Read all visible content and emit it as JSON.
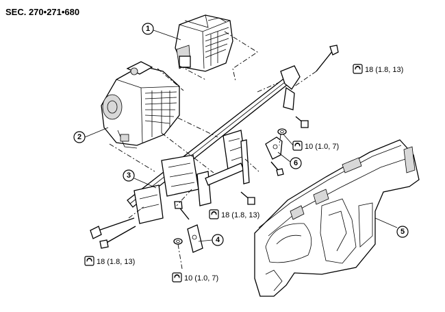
{
  "section_label": "SEC. 270•271•680",
  "callouts": [
    {
      "id": "1",
      "part": "heater-unit-upper"
    },
    {
      "id": "2",
      "part": "heater-cooling-unit"
    },
    {
      "id": "3",
      "part": "steering-member"
    },
    {
      "id": "4",
      "part": "bracket"
    },
    {
      "id": "5",
      "part": "instrument-panel"
    },
    {
      "id": "6",
      "part": "bracket-upper"
    }
  ],
  "torque_specs": [
    {
      "value": "18 (1.8, 13)",
      "icon": "torque-wrench-icon"
    },
    {
      "value": "10 (1.0, 7)",
      "icon": "torque-wrench-icon"
    },
    {
      "value": "18 (1.8, 13)",
      "icon": "torque-wrench-icon"
    },
    {
      "value": "18 (1.8, 13)",
      "icon": "torque-wrench-icon"
    },
    {
      "value": "10 (1.0, 7)",
      "icon": "torque-wrench-icon"
    }
  ]
}
